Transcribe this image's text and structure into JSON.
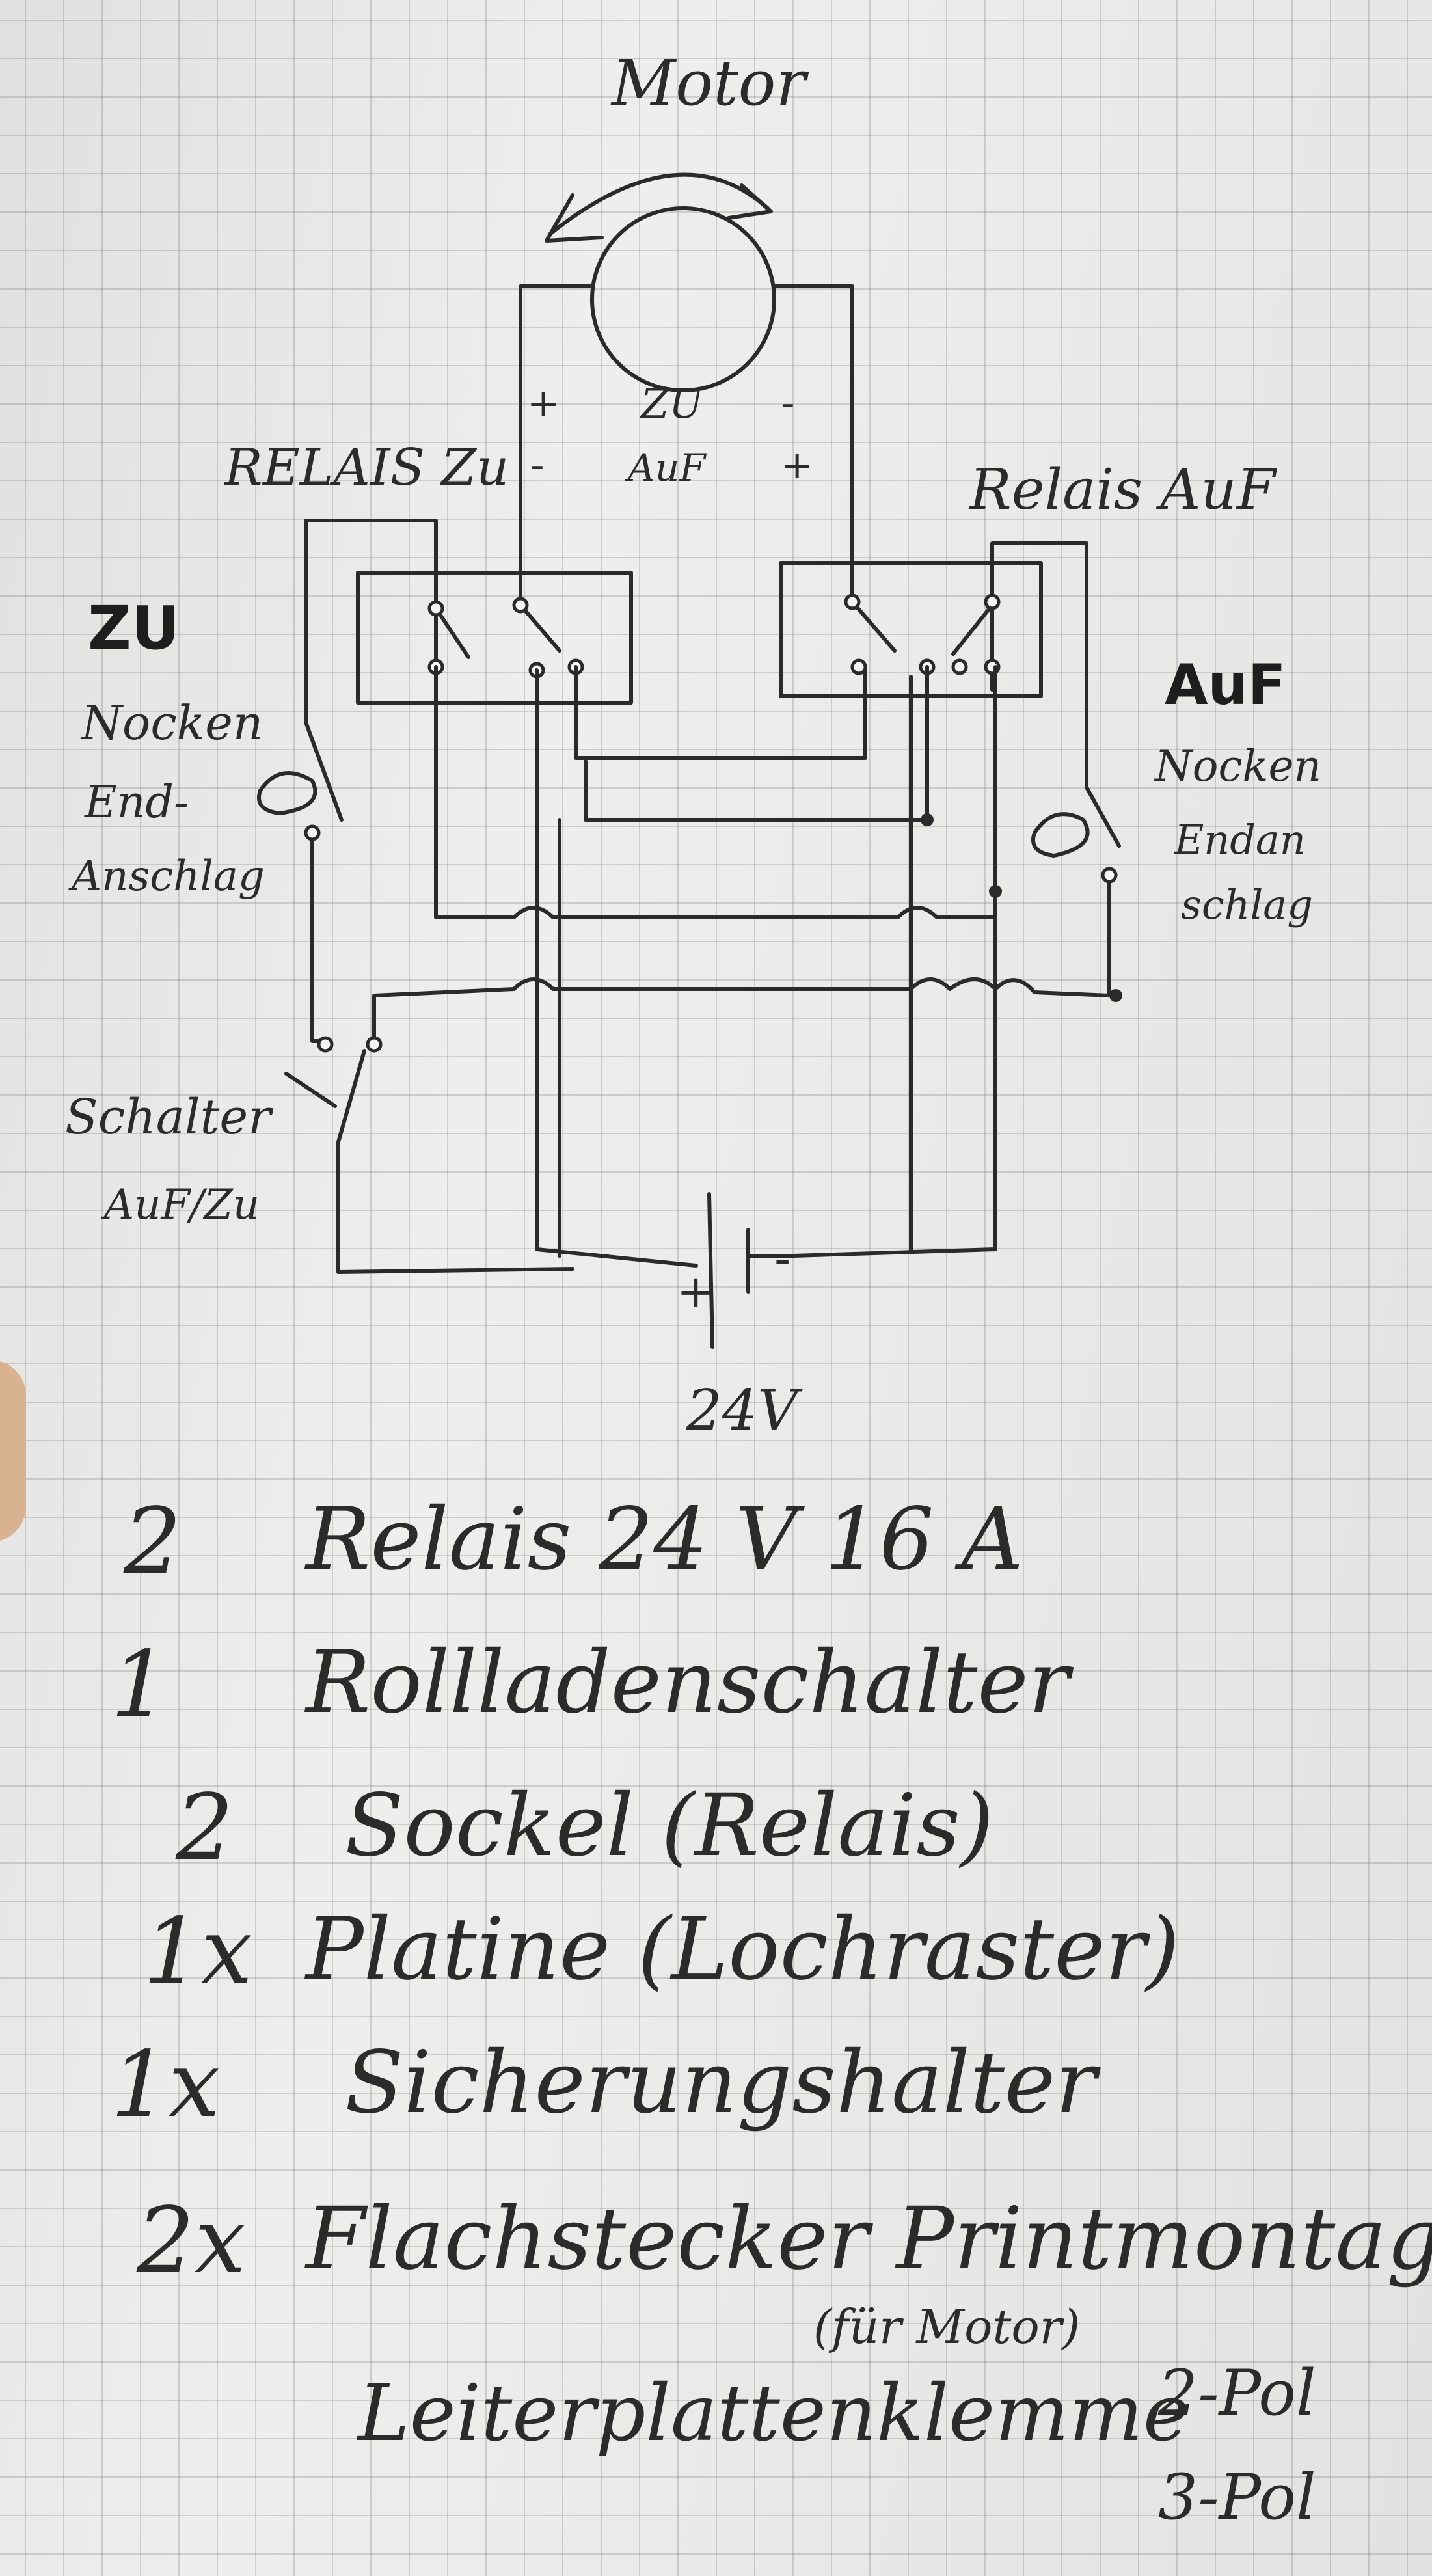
{
  "schematic": {
    "motor_label": "Motor",
    "relay_close_label": "RELAIS Zu",
    "relay_open_label": "Relais AuF",
    "polarity": {
      "close": "ZU",
      "open": "AuF",
      "plus": "+",
      "minus": "-"
    },
    "close_side": {
      "title": "ZU",
      "cam_switch_label_1": "Nocken",
      "cam_switch_label_2": "End-",
      "cam_switch_label_3": "Anschlag"
    },
    "open_side": {
      "title": "AuF",
      "cam_switch_label_1": "Nocken",
      "cam_switch_label_2": "Endan",
      "cam_switch_label_3": "schlag"
    },
    "main_switch_label_1": "Schalter",
    "main_switch_label_2": "AuF/Zu",
    "supply_voltage": "24V"
  },
  "parts_list": [
    {
      "qty": "2",
      "name": "Relais 24 V 16 A"
    },
    {
      "qty": "1",
      "name": "Rollladenschalter"
    },
    {
      "qty": "2",
      "name": "Sockel (Relais)"
    },
    {
      "qty": "1x",
      "name": "Platine (Lochraster)"
    },
    {
      "qty": "1x",
      "name": "Sicherungshalter"
    },
    {
      "qty": "2x",
      "name": "Flachstecker Printmontage",
      "note": "(für Motor)"
    },
    {
      "qty": "",
      "name": "Leiterplattenklemme",
      "variants": [
        "2-Pol",
        "3-Pol"
      ]
    }
  ],
  "colors": {
    "ink": "#2a2a2a",
    "paper": "#eeeeec",
    "grid": "#9c9c9c"
  }
}
